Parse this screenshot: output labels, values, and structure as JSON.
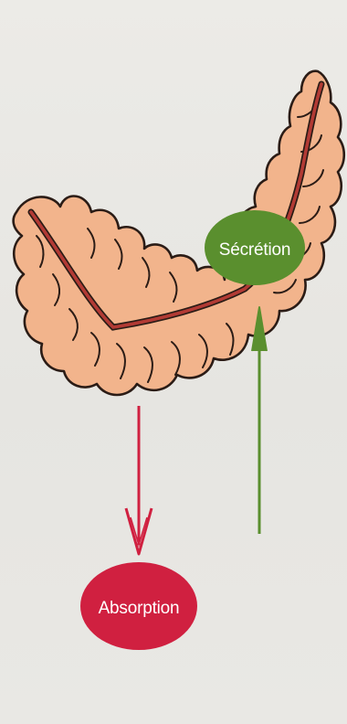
{
  "diagram": {
    "labels": {
      "secretion": "Sécrétion",
      "absorption": "Absorption"
    },
    "colors": {
      "background": "#e8e7e3",
      "intestine_fill": "#f2b48c",
      "intestine_outline": "#2b1c16",
      "lumen_line": "#a8312c",
      "secretion": "#5a8f2e",
      "absorption": "#d02040"
    },
    "arrows": [
      {
        "name": "absorption-arrow",
        "direction": "down",
        "color": "#d02040"
      },
      {
        "name": "secretion-arrow",
        "direction": "up",
        "color": "#5a8f2e"
      }
    ]
  }
}
